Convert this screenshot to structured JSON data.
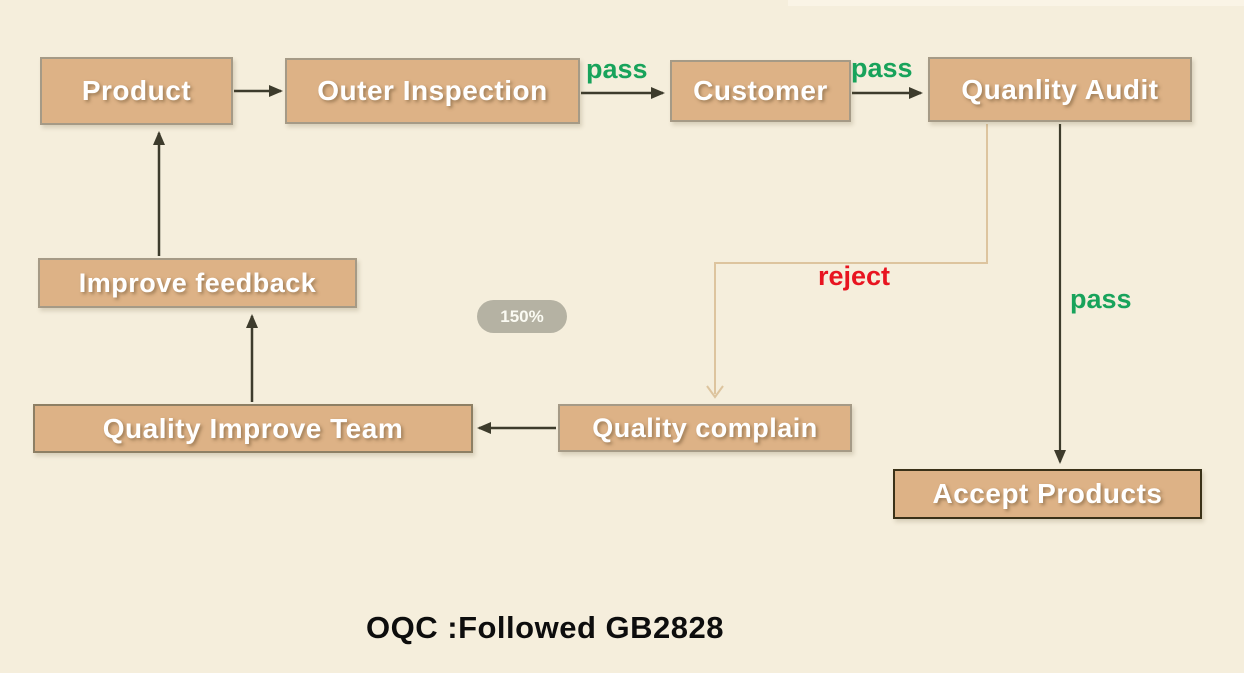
{
  "viewer": {
    "zoom_badge": "150%"
  },
  "caption": {
    "text": "OQC :Followed GB2828"
  },
  "colors": {
    "background": "#f5eedc",
    "node_fill": "#ddb286",
    "node_border": "#a59a86",
    "accept_border": "#3a3118",
    "arrow_dark": "#3d3b2c",
    "reject_line": "#ddc49e",
    "pass_green": "#18a35b",
    "reject_red": "#e81420",
    "badge_bg": "#b2afa0",
    "node_text": "#ffffff"
  },
  "flowchart": {
    "nodes": [
      {
        "id": "product",
        "label": "Product"
      },
      {
        "id": "outer-inspection",
        "label": "Outer Inspection"
      },
      {
        "id": "customer",
        "label": "Customer"
      },
      {
        "id": "quality-audit",
        "label": "Quanlity Audit"
      },
      {
        "id": "improve-feedback",
        "label": "Improve feedback"
      },
      {
        "id": "quality-improve-team",
        "label": "Quality Improve Team"
      },
      {
        "id": "quality-complain",
        "label": "Quality complain"
      },
      {
        "id": "accept-products",
        "label": "Accept Products"
      }
    ],
    "edges": [
      {
        "from": "product",
        "to": "outer-inspection",
        "label": ""
      },
      {
        "from": "outer-inspection",
        "to": "customer",
        "label": "pass",
        "label_color": "#18a35b"
      },
      {
        "from": "customer",
        "to": "quality-audit",
        "label": "pass",
        "label_color": "#18a35b"
      },
      {
        "from": "quality-audit",
        "to": "accept-products",
        "label": "pass",
        "label_color": "#18a35b"
      },
      {
        "from": "quality-audit",
        "to": "quality-complain",
        "label": "reject",
        "label_color": "#e81420"
      },
      {
        "from": "quality-complain",
        "to": "quality-improve-team",
        "label": ""
      },
      {
        "from": "quality-improve-team",
        "to": "improve-feedback",
        "label": ""
      },
      {
        "from": "improve-feedback",
        "to": "product",
        "label": ""
      }
    ]
  }
}
